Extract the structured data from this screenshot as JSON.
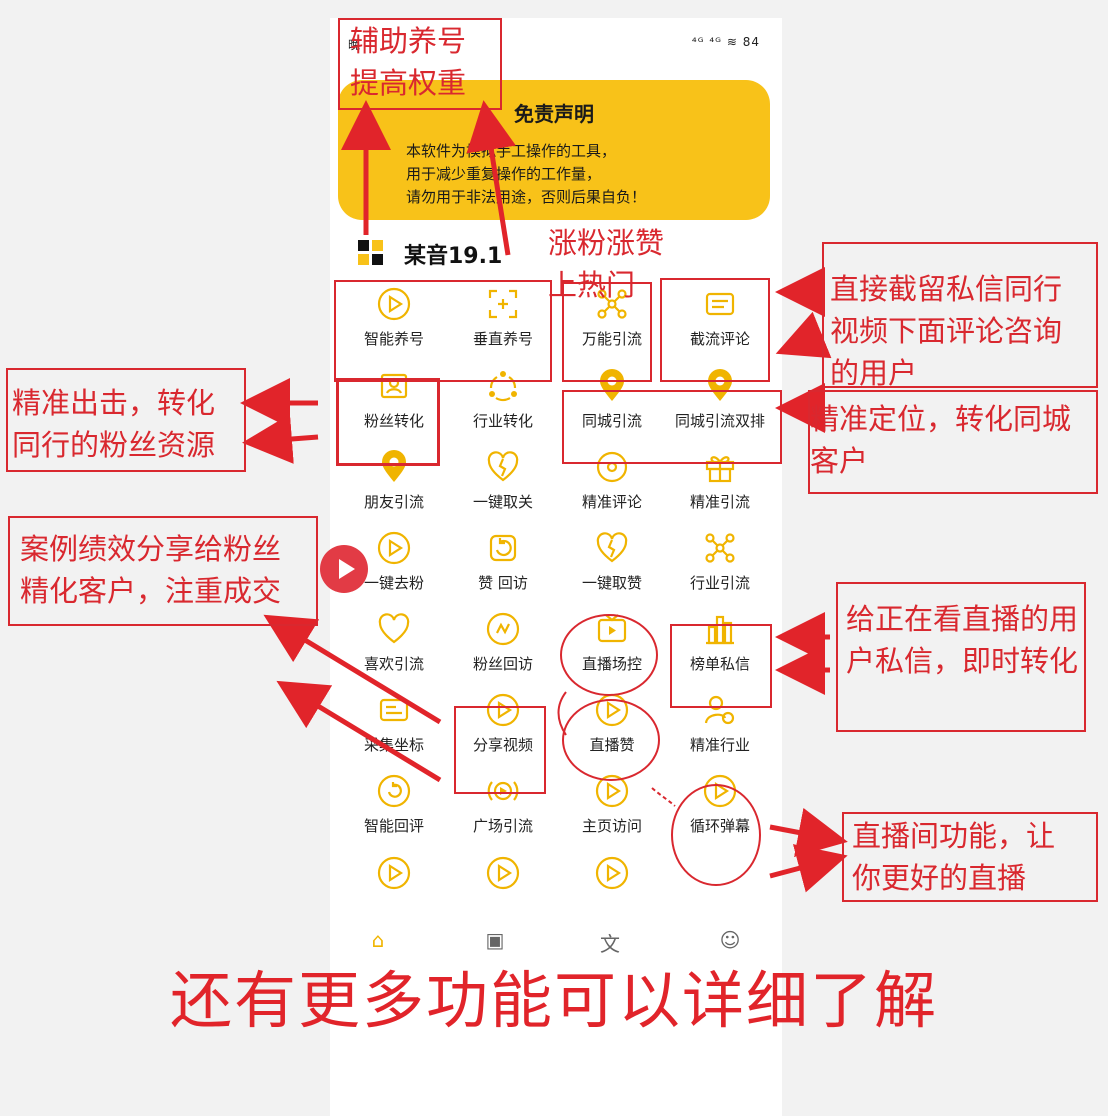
{
  "status": {
    "time": "晚",
    "right": "⁴ᴳ ⁴ᴳ ≋ 84"
  },
  "banner": {
    "title": "免责声明",
    "lines": [
      "本软件为模拟手工操作的工具，",
      "用于减少重复操作的工作量，",
      "请勿用于非法用途，否则后果自负！"
    ],
    "color": "#f8c219"
  },
  "app": {
    "title": "某音19.1"
  },
  "grid": [
    {
      "label": "智能养号",
      "icon": "play-circle-icon"
    },
    {
      "label": "垂直养号",
      "icon": "expand-icon"
    },
    {
      "label": "万能引流",
      "icon": "nodes-icon"
    },
    {
      "label": "截流评论",
      "icon": "chat-box-icon"
    },
    {
      "label": "粉丝转化",
      "icon": "user-card-icon"
    },
    {
      "label": "行业转化",
      "icon": "cycle-icon"
    },
    {
      "label": "同城引流",
      "icon": "location-pin-icon"
    },
    {
      "label": "同城引流双排",
      "icon": "location-pin-icon"
    },
    {
      "label": "朋友引流",
      "icon": "location-pin-icon"
    },
    {
      "label": "一键取关",
      "icon": "heart-broken-icon"
    },
    {
      "label": "精准评论",
      "icon": "target-icon"
    },
    {
      "label": "精准引流",
      "icon": "gift-icon"
    },
    {
      "label": "一键去粉",
      "icon": "play-circle-icon"
    },
    {
      "label": "赞 回访",
      "icon": "refresh-icon"
    },
    {
      "label": "一键取赞",
      "icon": "heart-broken-icon"
    },
    {
      "label": "行业引流",
      "icon": "nodes-icon"
    },
    {
      "label": "喜欢引流",
      "icon": "heart-icon"
    },
    {
      "label": "粉丝回访",
      "icon": "bolt-circle-icon"
    },
    {
      "label": "直播场控",
      "icon": "tv-icon"
    },
    {
      "label": "榜单私信",
      "icon": "bar-chart-icon"
    },
    {
      "label": "采集坐标",
      "icon": "card-icon"
    },
    {
      "label": "分享视频",
      "icon": "play-circle-icon"
    },
    {
      "label": "直播赞",
      "icon": "play-circle-icon"
    },
    {
      "label": "精准行业",
      "icon": "user-gear-icon"
    },
    {
      "label": "智能回评",
      "icon": "undo-circle-icon"
    },
    {
      "label": "广场引流",
      "icon": "broadcast-icon"
    },
    {
      "label": "主页访问",
      "icon": "play-circle-icon"
    },
    {
      "label": "循环弹幕",
      "icon": "play-circle-icon"
    },
    {
      "label": "",
      "icon": "play-circle-icon"
    },
    {
      "label": "",
      "icon": "play-circle-icon"
    },
    {
      "label": "",
      "icon": "play-circle-icon"
    }
  ],
  "nav": [
    {
      "icon": "home-icon",
      "glyph": "⌂"
    },
    {
      "icon": "video-icon",
      "glyph": "▣"
    },
    {
      "icon": "translate-icon",
      "glyph": "文"
    },
    {
      "icon": "user-icon",
      "glyph": "☺"
    }
  ],
  "annotations": {
    "top_left": "辅助养号\n提高权重",
    "boost": "涨粉涨赞\n上热门",
    "intercept": "直接截留私信同行\n视频下面评论咨询\n的用户",
    "fans": "精准出击，转化\n同行的粉丝资源",
    "local": "精准定位，转化同城\n客户",
    "share": "案例绩效分享给粉丝\n精化客户，注重成交",
    "live_dm": "给正在看直播的用\n户私信，即时转化",
    "live_room": "直播间功能，让\n你更好的直播",
    "bottom": "还有更多功能可以详细了解"
  },
  "accent": "#d9282f",
  "icon_color": "#f0b400"
}
